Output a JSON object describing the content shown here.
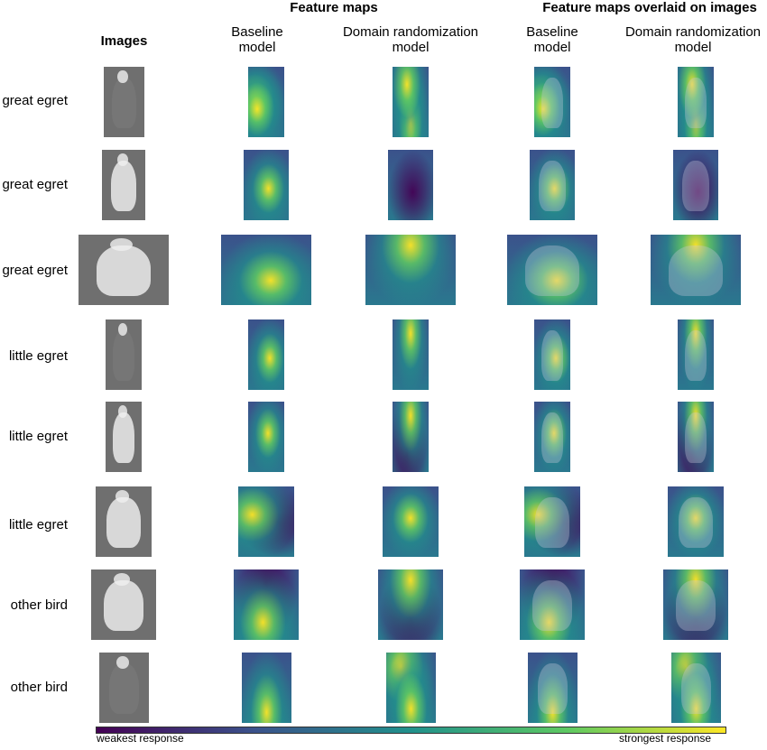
{
  "headers": {
    "images": "Images",
    "feature_maps": "Feature maps",
    "feature_maps_overlaid": "Feature maps overlaid on images",
    "baseline_line1": "Baseline",
    "baseline_line2": "model",
    "dr_line1": "Domain randomization",
    "dr_line2": "model"
  },
  "rows": [
    {
      "label": "great egret"
    },
    {
      "label": "great egret"
    },
    {
      "label": "great egret"
    },
    {
      "label": "little egret"
    },
    {
      "label": "little egret"
    },
    {
      "label": "little egret"
    },
    {
      "label": "other bird"
    },
    {
      "label": "other bird"
    }
  ],
  "colorbar": {
    "min_label": "weakest response",
    "max_label": "strongest response",
    "colors": [
      "#440154",
      "#3b528b",
      "#21918c",
      "#5ec962",
      "#fde725"
    ]
  }
}
